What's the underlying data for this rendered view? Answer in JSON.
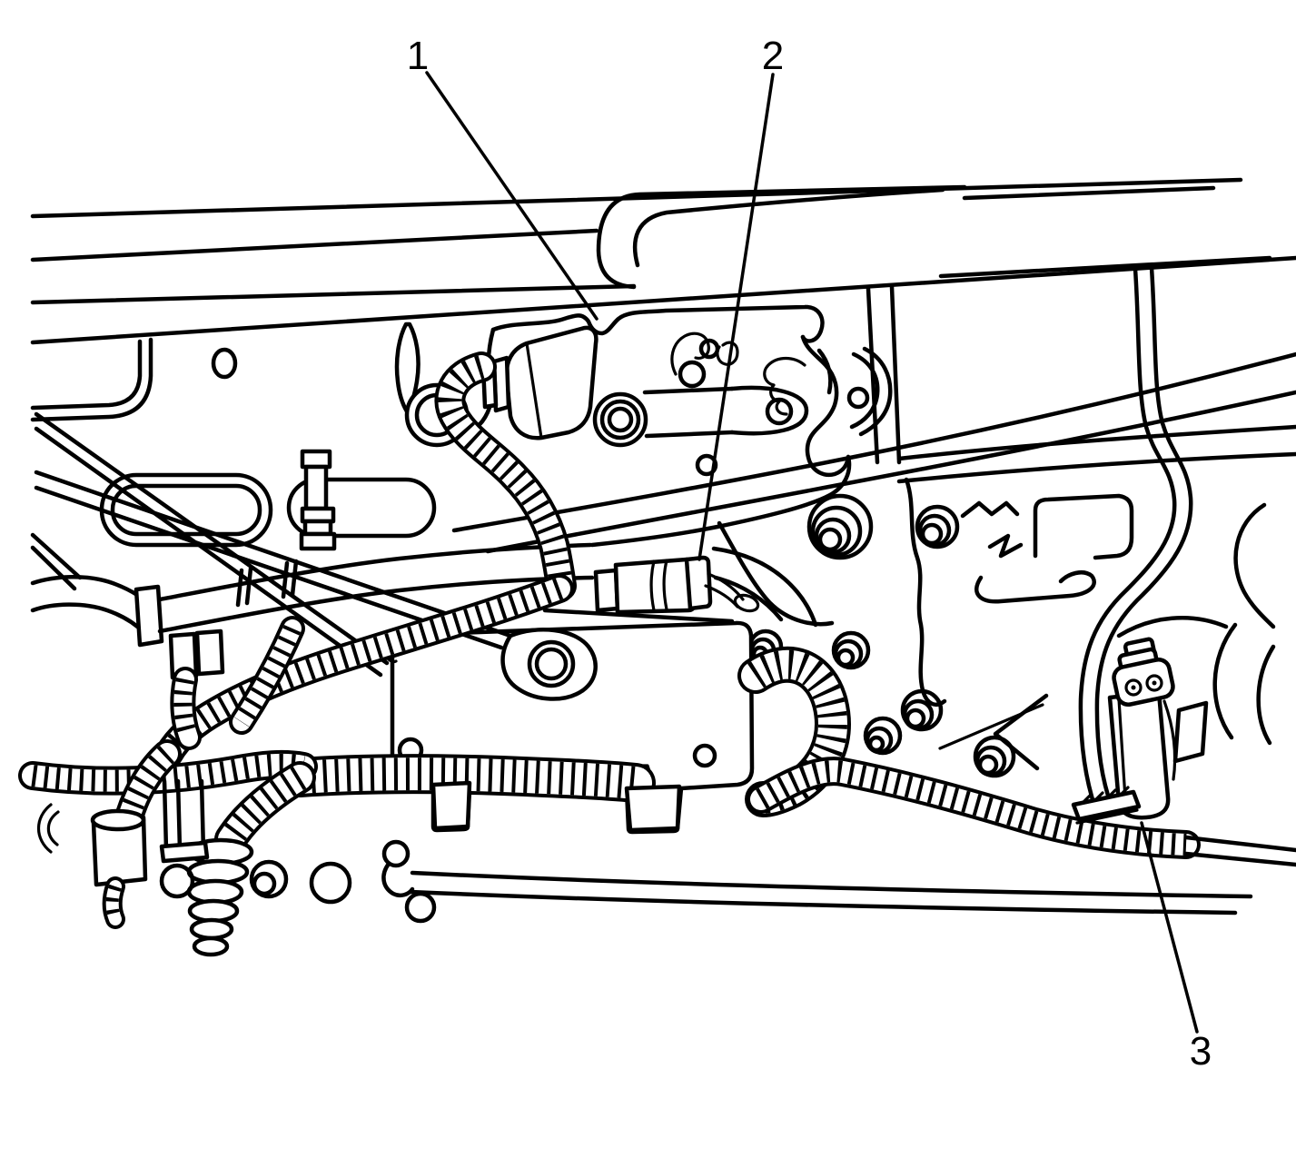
{
  "page": {
    "background": "#ffffff",
    "ink": "#000000"
  },
  "figure": {
    "kind": "underbody-component-location-line-illustration",
    "callouts": [
      {
        "id": 1,
        "label": "1"
      },
      {
        "id": 2,
        "label": "2"
      },
      {
        "id": 3,
        "label": "3"
      }
    ]
  }
}
